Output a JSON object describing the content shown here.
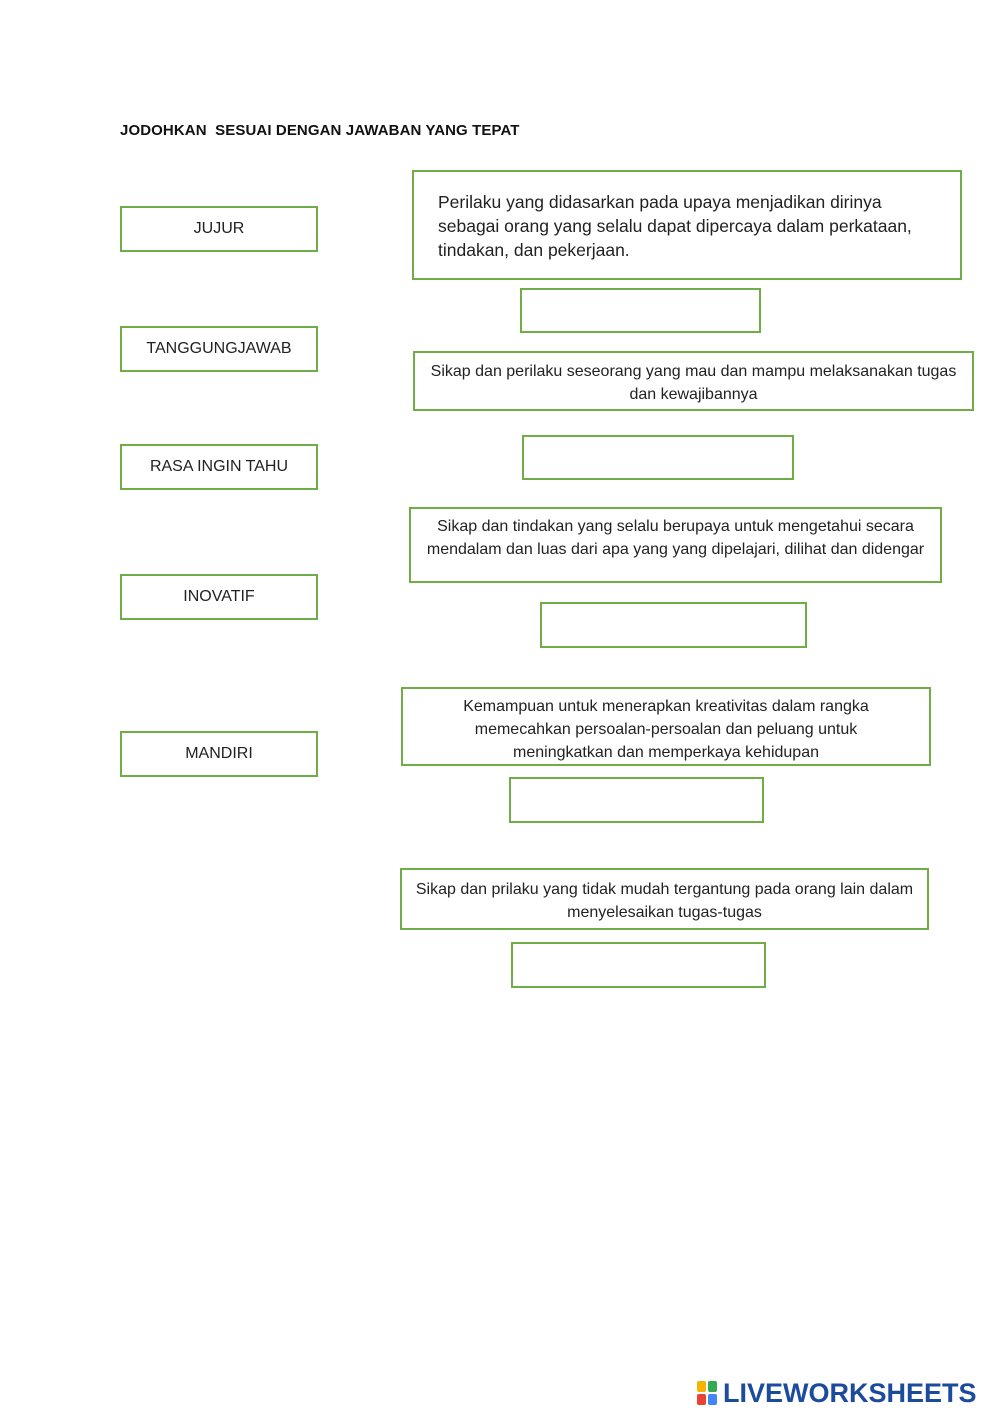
{
  "worksheet": {
    "title": "JODOHKAN  SESUAI DENGAN JAWABAN YANG TEPAT",
    "terms": [
      "JUJUR",
      "TANGGUNGJAWAB",
      "RASA INGIN TAHU",
      "INOVATIF",
      "MANDIRI"
    ],
    "descriptions": [
      "Perilaku yang didasarkan pada upaya menjadikan dirinya sebagai orang yang selalu dapat dipercaya dalam perkataan, tindakan, dan pekerjaan.",
      "Sikap dan perilaku seseorang yang mau dan mampu melaksanakan tugas dan kewajibannya",
      "Sikap dan tindakan yang selalu berupaya untuk mengetahui secara mendalam dan luas dari apa yang yang dipelajari, dilihat dan didengar",
      "Kemampuan untuk menerapkan kreativitas dalam rangka memecahkan persoalan-persoalan dan peluang untuk meningkatkan dan memperkaya kehidupan",
      "Sikap dan prilaku yang tidak mudah tergantung pada orang lain dalam menyelesaikan tugas-tugas"
    ],
    "answers": [
      "",
      "",
      "",
      "",
      ""
    ]
  },
  "branding": {
    "logo_text": "LIVEWORKSHEETS",
    "logo_icon": "liveworksheets-logo-icon",
    "colors": {
      "border": "#70ad47",
      "logo_text": "#1c4b9e"
    }
  }
}
